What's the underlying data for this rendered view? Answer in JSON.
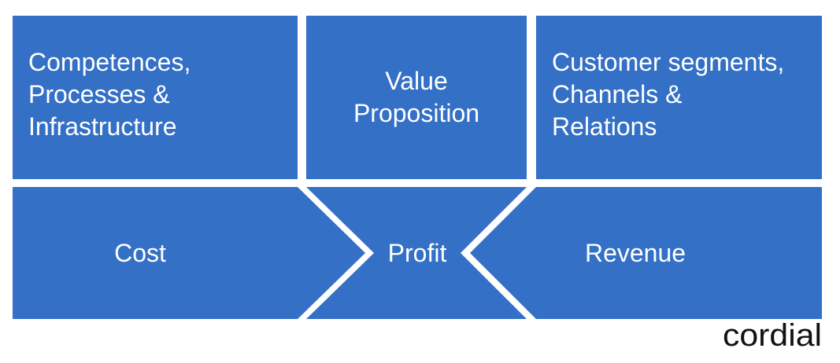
{
  "top_row": {
    "competences": "Competences,\nProcesses &\nInfrastructure",
    "value_proposition": "Value\nProposition",
    "customer": "Customer segments,\nChannels &\nRelations"
  },
  "bottom_row": {
    "cost": "Cost",
    "profit": "Profit",
    "revenue": "Revenue"
  },
  "logo": {
    "text": "cordial"
  },
  "colors": {
    "block": "#3370c6",
    "text": "#ffffff",
    "logo": "#111111"
  }
}
